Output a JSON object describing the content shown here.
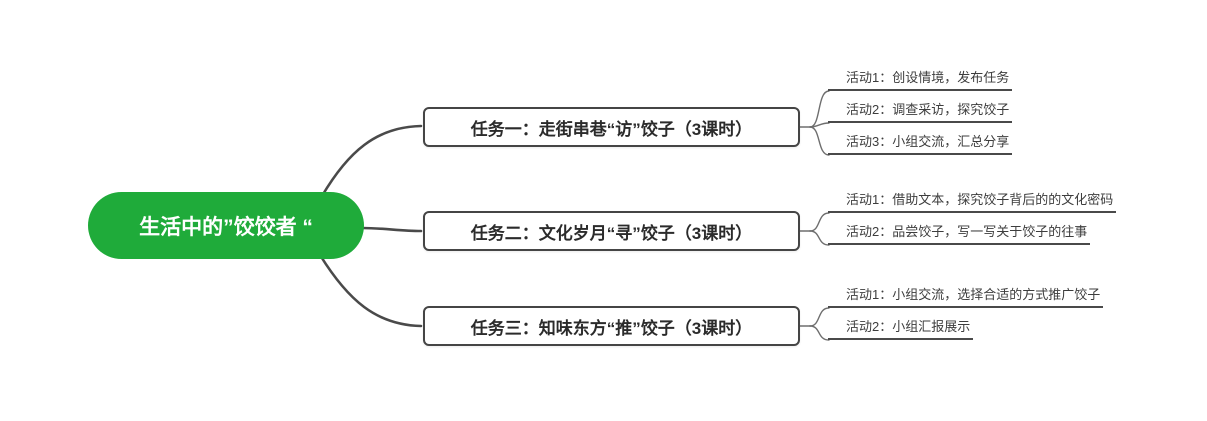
{
  "diagram": {
    "root": {
      "label": "生活中的”饺饺者 “"
    },
    "tasks": [
      {
        "label": "任务一：走街串巷“访”饺子（3课时）",
        "activities": [
          "活动1：创设情境，发布任务",
          "活动2：调查采访，探究饺子",
          "活动3：小组交流，汇总分享"
        ]
      },
      {
        "label": "任务二：文化岁月“寻”饺子（3课时）",
        "activities": [
          "活动1：借助文本，探究饺子背后的的文化密码",
          "活动2：品尝饺子，写一写关于饺子的往事"
        ]
      },
      {
        "label": "任务三：知味东方“推”饺子（3课时）",
        "activities": [
          "活动1：小组交流，选择合适的方式推广饺子",
          "活动2：小组汇报展示"
        ]
      }
    ]
  },
  "colors": {
    "root_bg": "#1FAB3A",
    "root_text": "#FFFFFF",
    "line": "#4A4A4A",
    "thin_line": "#6E6E6E",
    "box_border": "#454545",
    "box_text": "#2B2B2B",
    "activity_text": "#3D3D3D",
    "canvas_bg": "#FFFFFF"
  }
}
